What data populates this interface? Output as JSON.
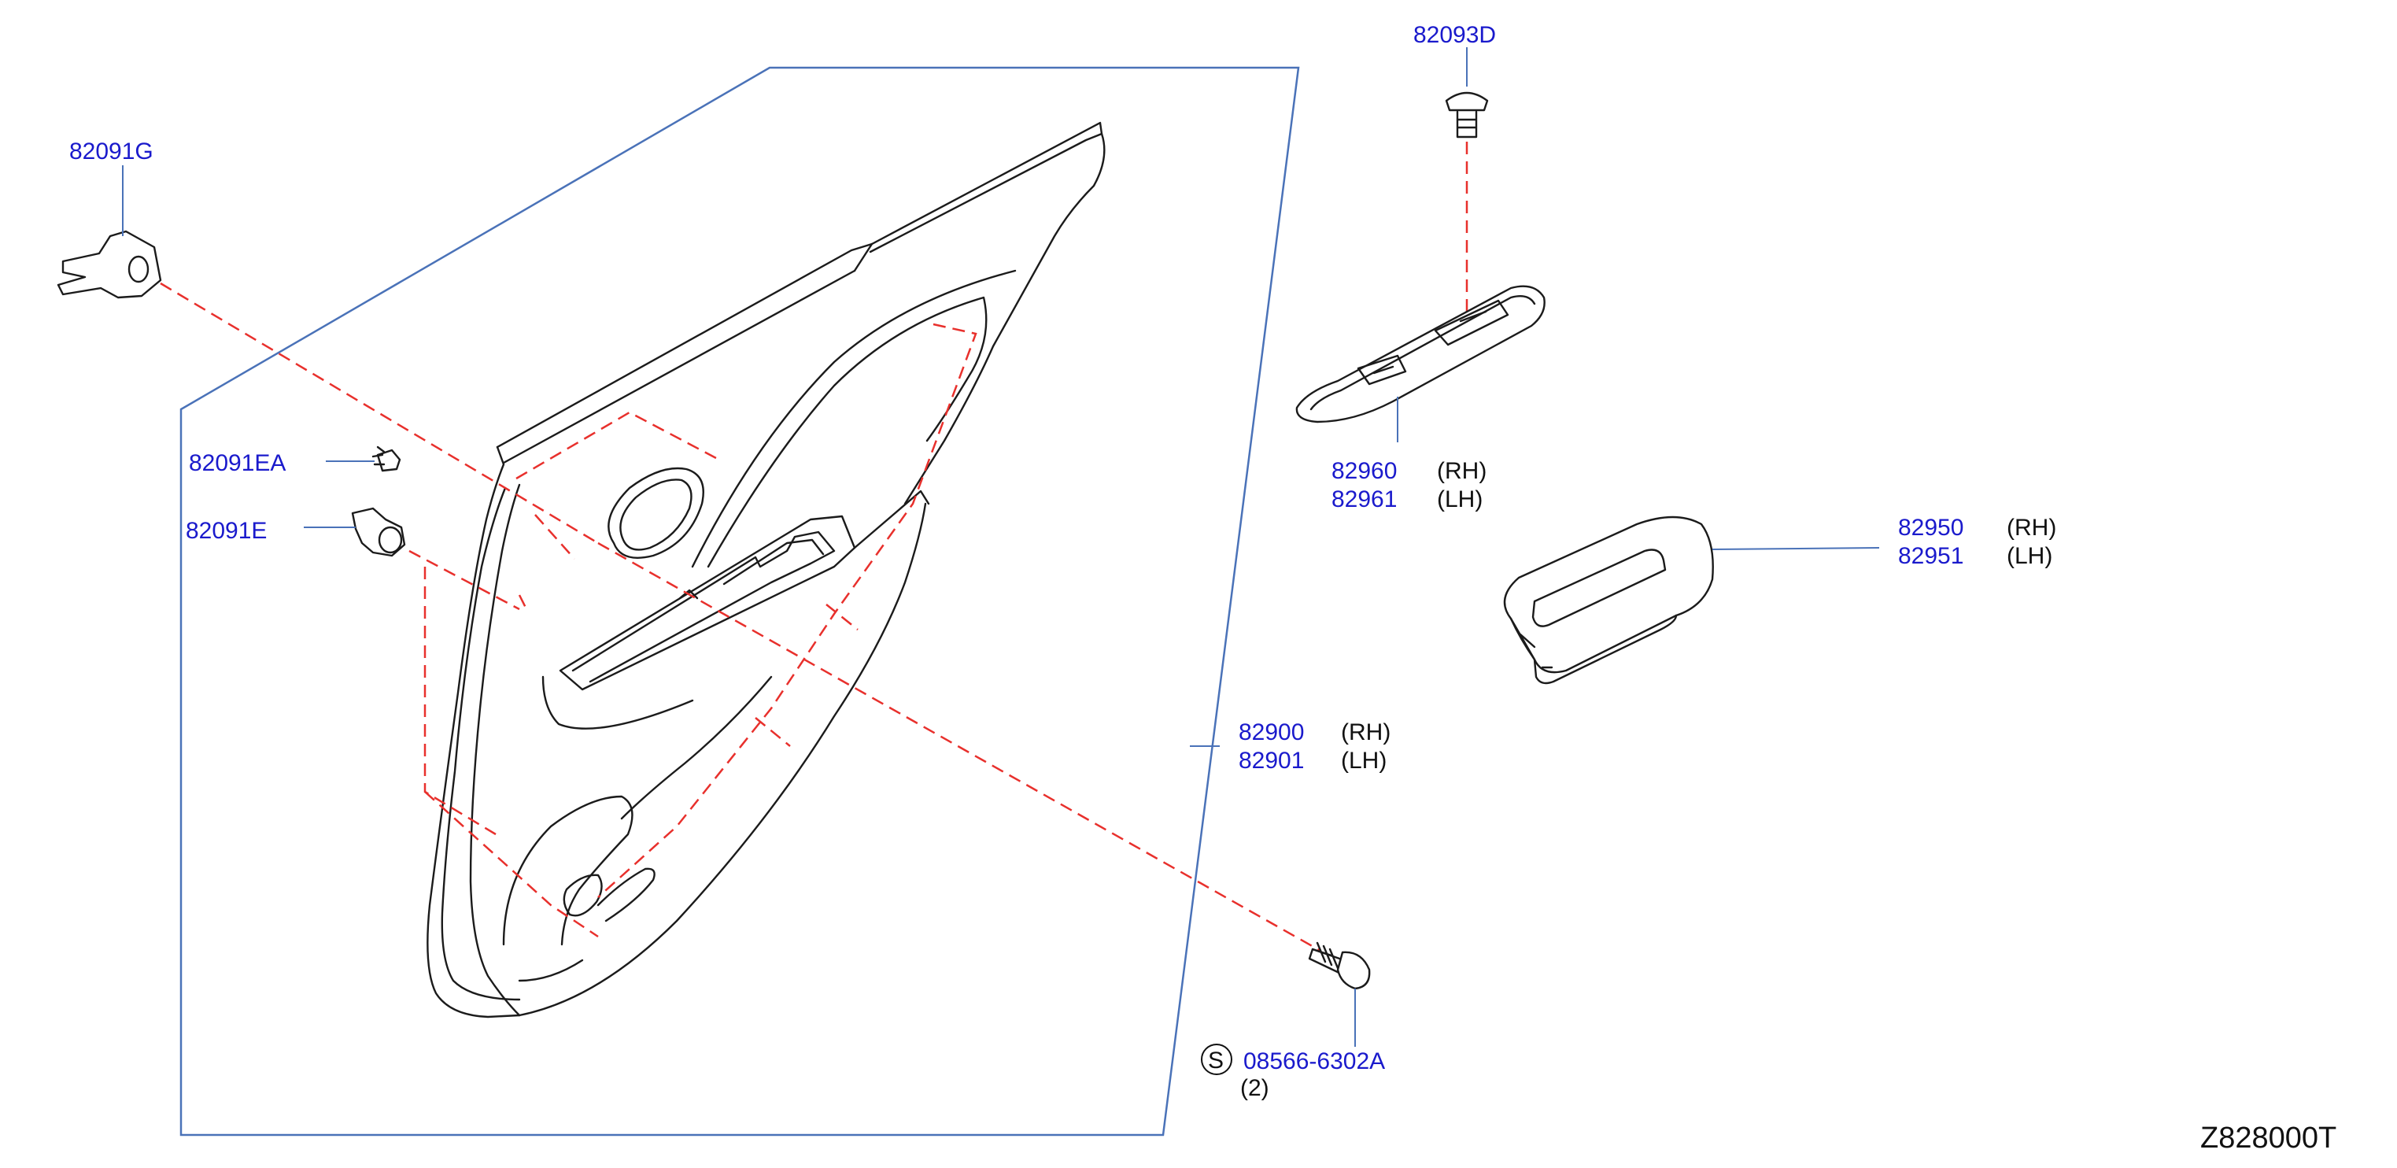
{
  "diagram_code": "Z828000T",
  "labels": {
    "p82091g": "82091G",
    "p82091ea": "82091EA",
    "p82091e": "82091E",
    "p82093d": "82093D",
    "p82960": "82960",
    "p82961": "82961",
    "p82950": "82950",
    "p82951": "82951",
    "p82900": "82900",
    "p82901": "82901",
    "p08566": "08566-6302A",
    "qty": "(2)",
    "s_mark": "S",
    "rh": "(RH)",
    "lh": "(LH)"
  },
  "colors": {
    "part_number": "#1a1acc",
    "leader_line": "#4a72b8",
    "dashed_line": "#e8302c",
    "drawing": "#1b1b1b"
  }
}
